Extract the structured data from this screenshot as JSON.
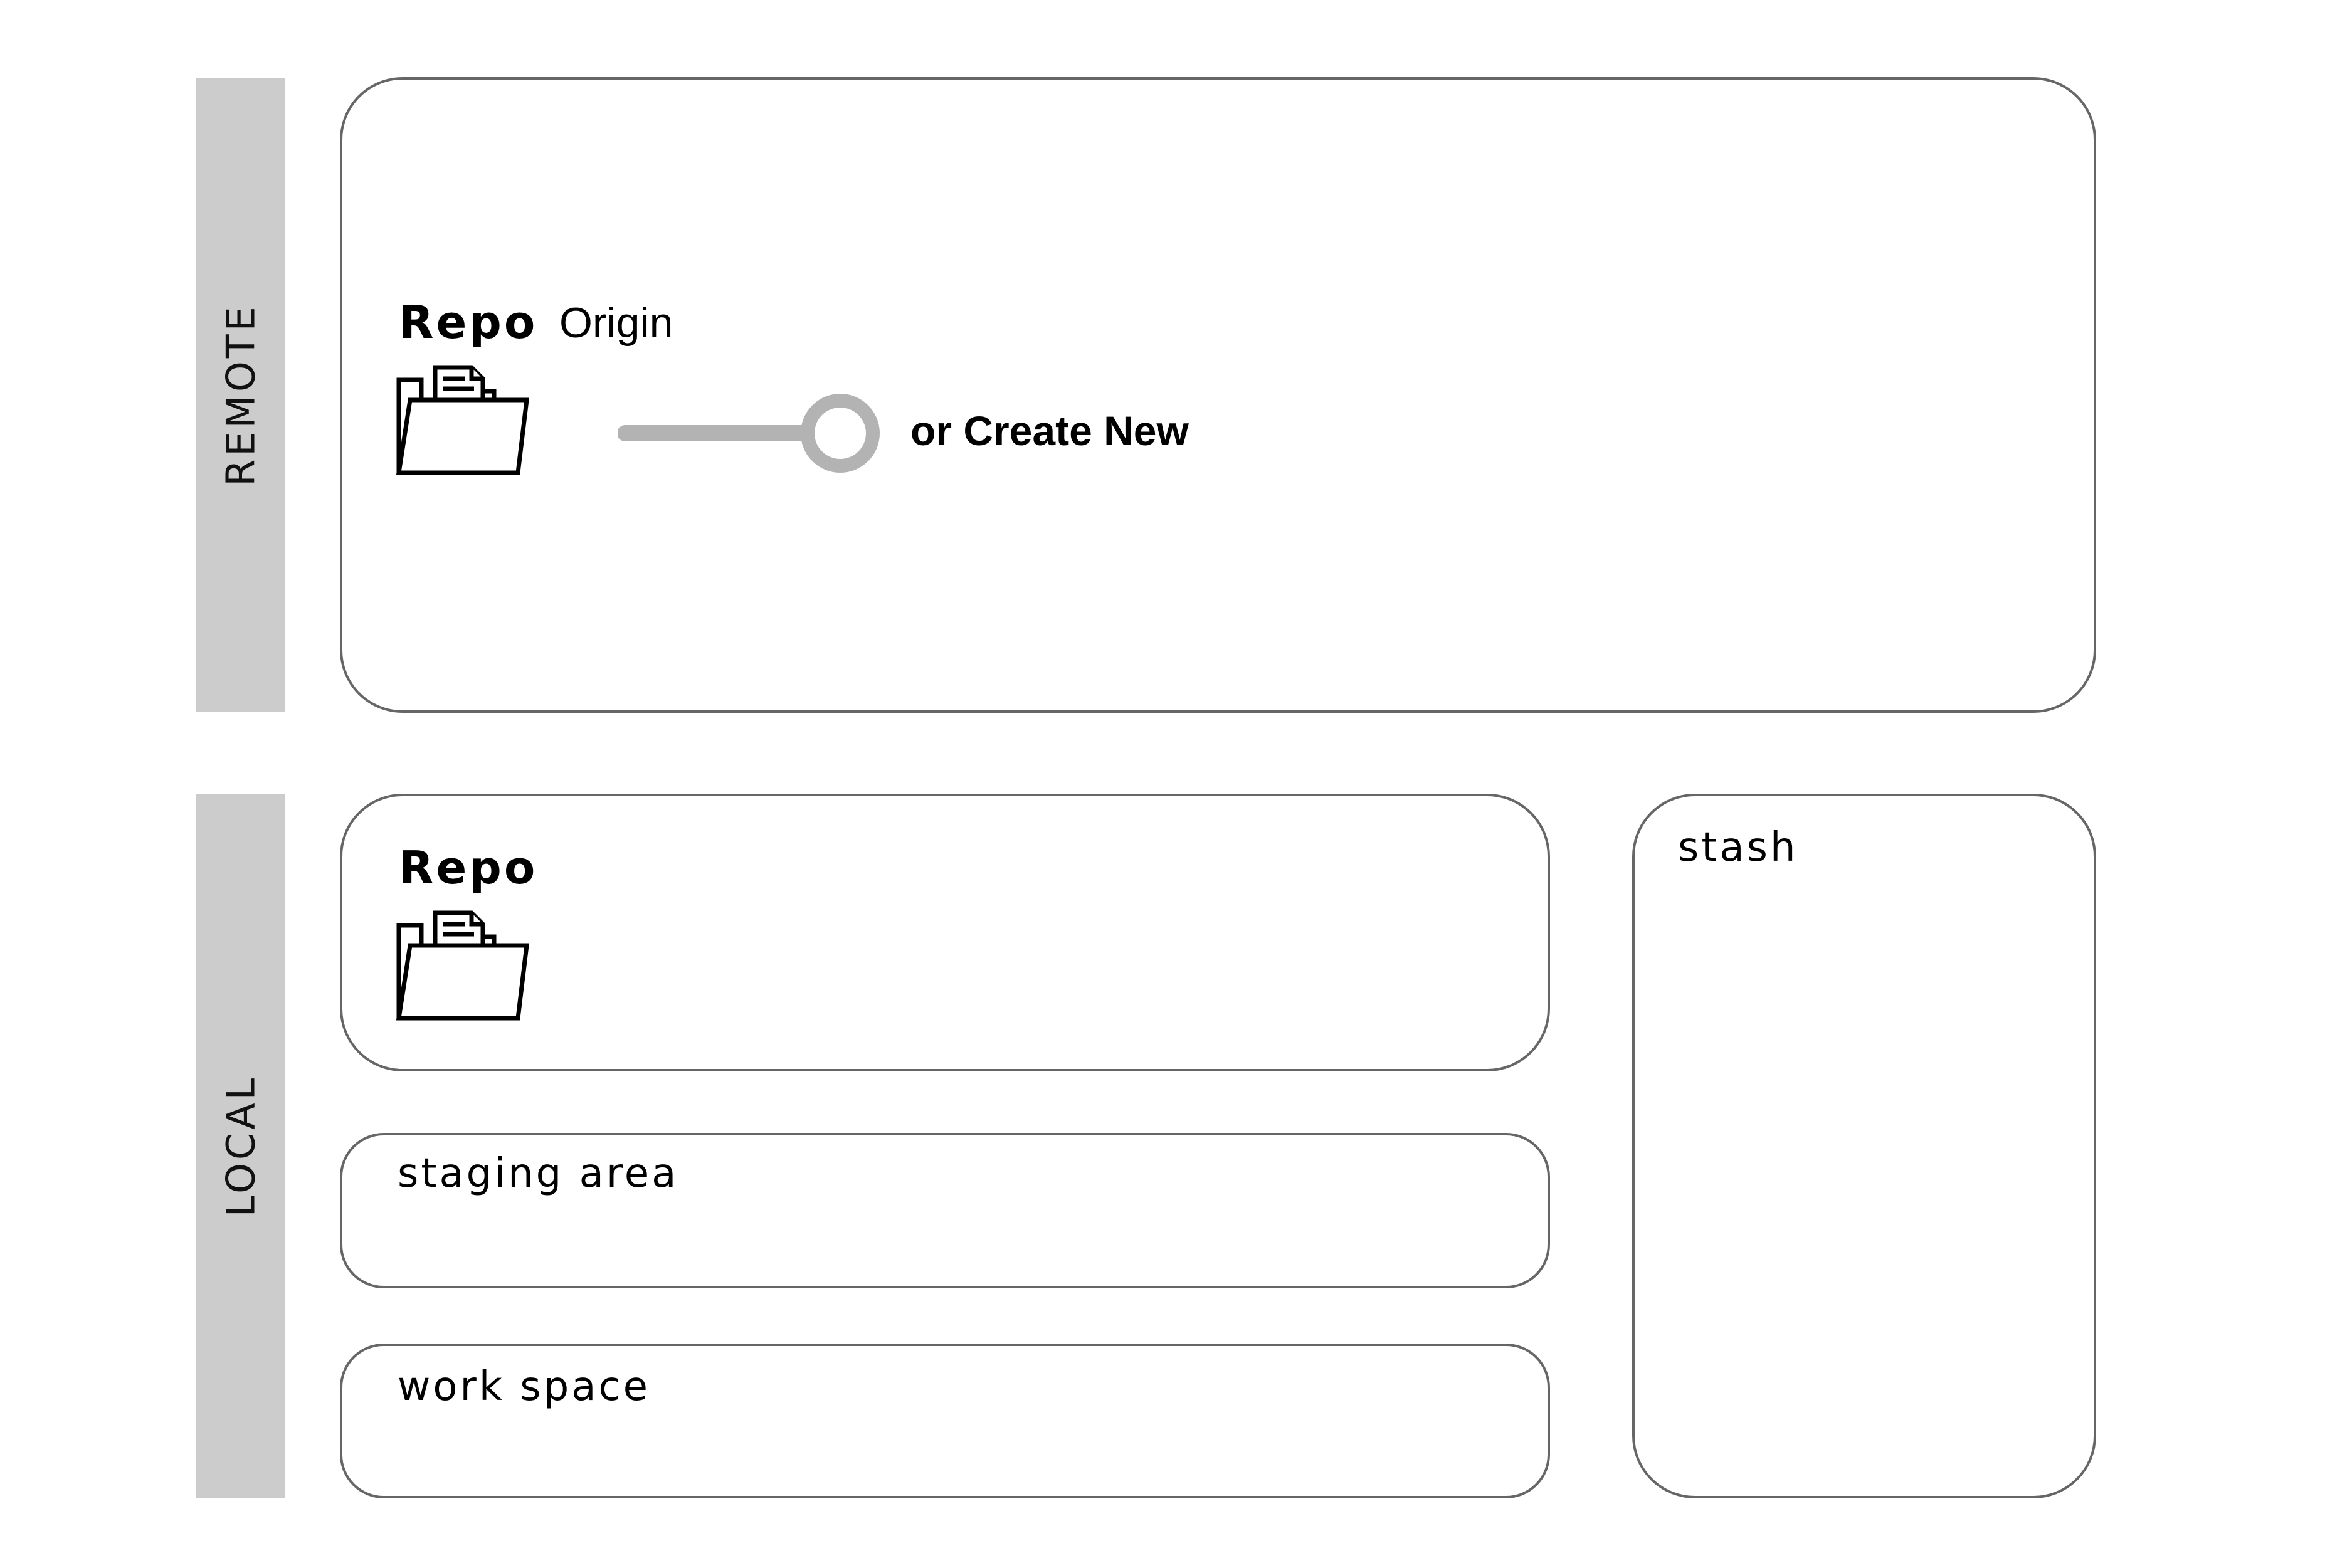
{
  "remote": {
    "band_label": "REMOTE",
    "repo_title": "Repo",
    "origin_label": "Origin",
    "create_label": "or Create New"
  },
  "local": {
    "band_label": "LOCAL",
    "repo_title": "Repo",
    "staging_label": "staging area",
    "workspace_label": "work space",
    "stash_label": "stash"
  },
  "icons": {
    "repo_icon": "folder-icon",
    "toggle": "toggle-switch"
  },
  "colors": {
    "band": "#cccccc",
    "box_border": "#666666",
    "toggle": "#b3b3b3"
  }
}
